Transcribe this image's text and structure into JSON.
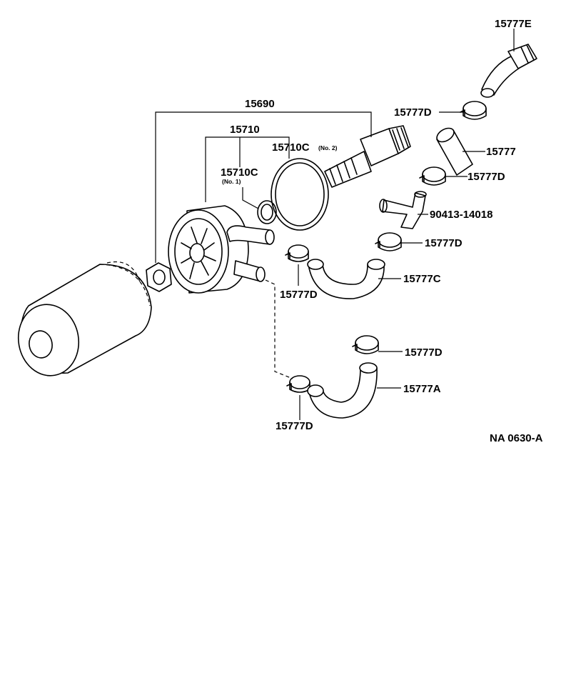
{
  "labels": {
    "p15777E": "15777E",
    "p15777D_a": "15777D",
    "p15690": "15690",
    "p15710": "15710",
    "p15710C_no2": "15710C",
    "no2": "(No. 2)",
    "p15777": "15777",
    "p15710C_no1": "15710C",
    "no1": "(No. 1)",
    "p15777D_b": "15777D",
    "p90413": "90413-14018",
    "p15777D_c": "15777D",
    "p15777C": "15777C",
    "p15777D_d": "15777D",
    "p15777D_e": "15777D",
    "p15777A": "15777A",
    "p15777D_f": "15777D",
    "ref": "NA 0630-A"
  }
}
